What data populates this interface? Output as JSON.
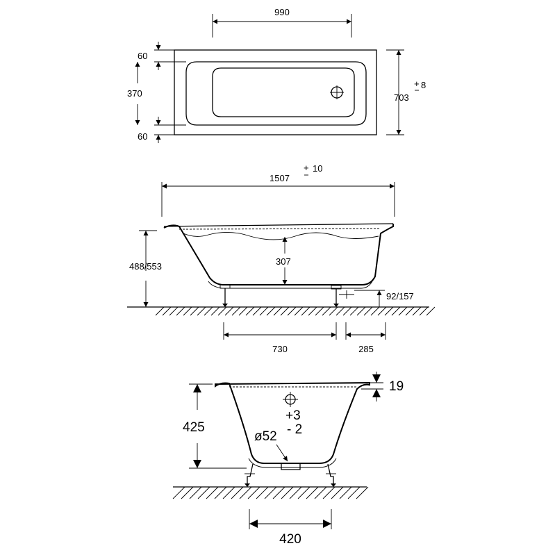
{
  "dimensions": {
    "top_width": "990",
    "top_rim_a": "60",
    "top_inner_length": "370",
    "top_rim_b": "60",
    "overall_width": "703",
    "overall_width_tolerance": "8",
    "overall_length": "1507",
    "overall_length_tolerance": "10",
    "height_range": "488/553",
    "inner_depth": "307",
    "leg_height_range": "92/157",
    "leg_spacing": "730",
    "leg_offset": "285",
    "rim_height": "19",
    "front_height": "425",
    "drain_diameter": "ø52",
    "drain_tol_plus": "+3",
    "drain_tol_minus": "- 2",
    "leg_track": "420"
  },
  "colors": {
    "line": "#000000",
    "background": "#ffffff"
  }
}
